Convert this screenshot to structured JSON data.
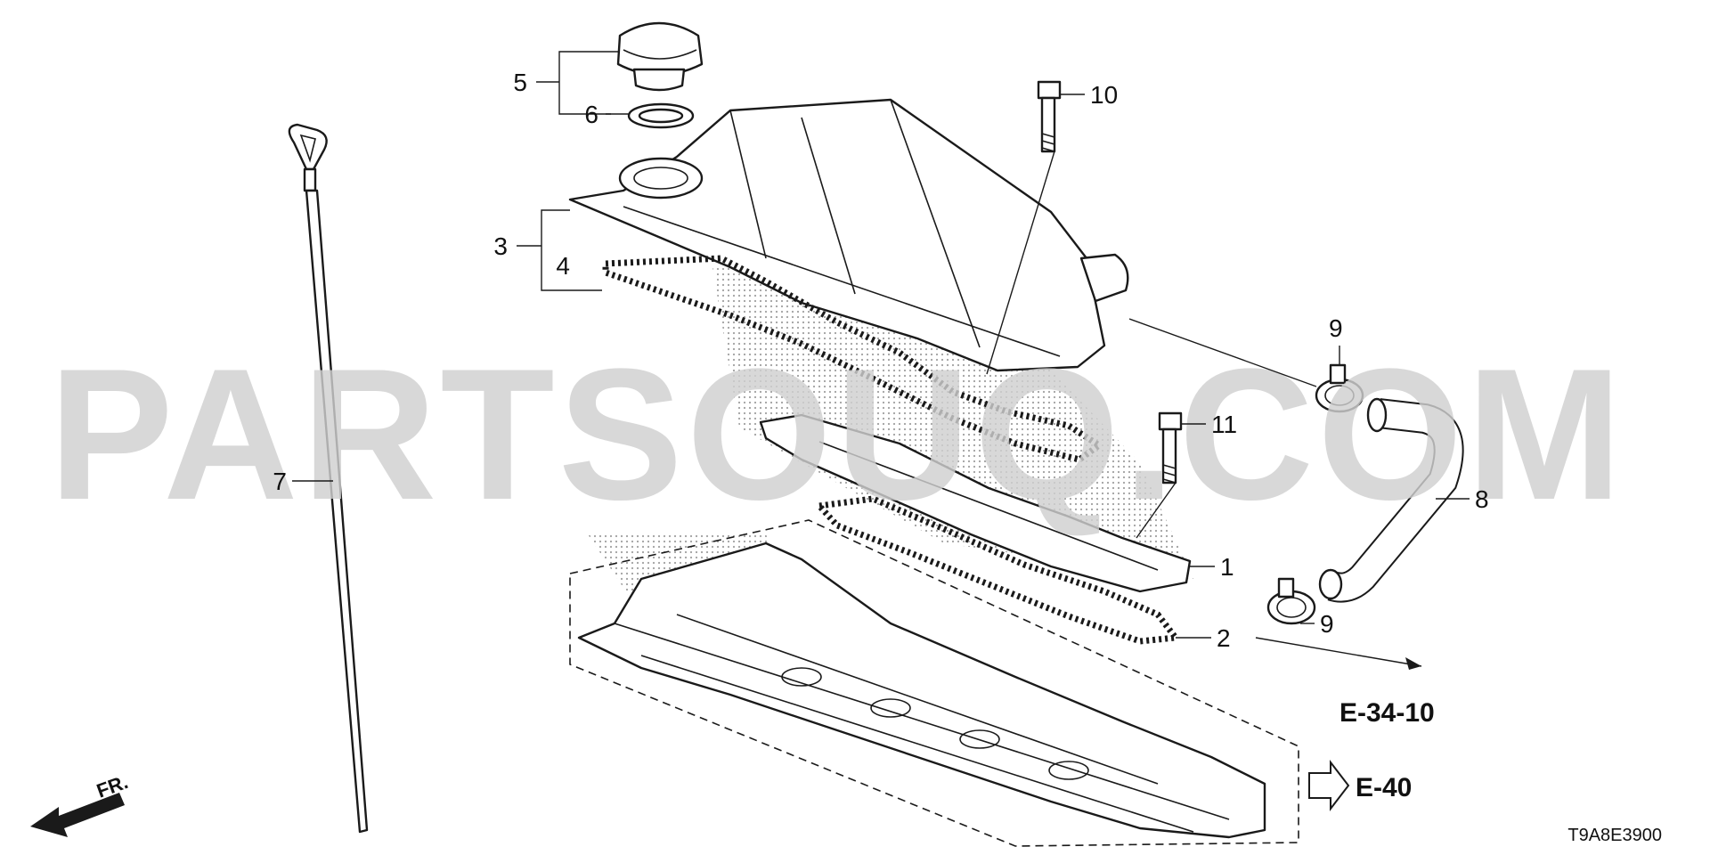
{
  "watermark": "PARTSOUQ.COM",
  "callouts": [
    "1",
    "2",
    "3",
    "4",
    "5",
    "6",
    "7",
    "8",
    "9",
    "9",
    "10",
    "11"
  ],
  "references": [
    "E-34-10",
    "E-40"
  ],
  "front_marker": "FR.",
  "diagram_code": "T9A8E3900"
}
